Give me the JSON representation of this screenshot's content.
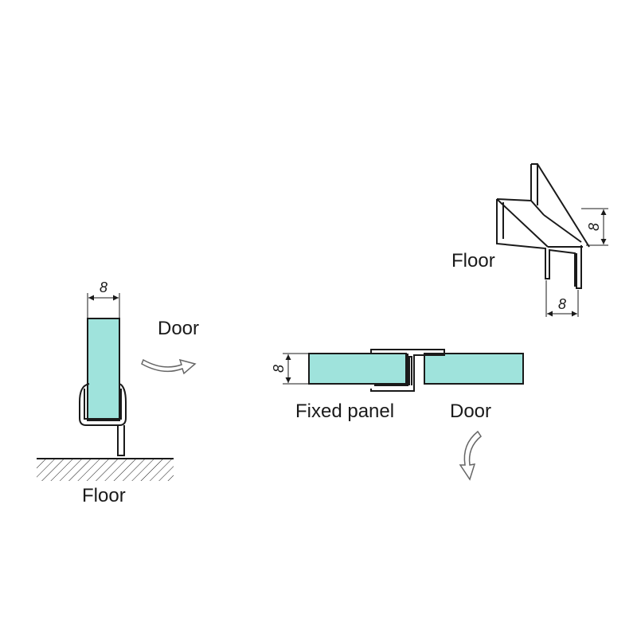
{
  "colors": {
    "glass": "#9fe3dc",
    "line": "#1a1a1a",
    "arrow_fill": "#ffffff",
    "arrow_stroke": "#666666"
  },
  "left_view": {
    "dimension": "8",
    "door_label": "Door",
    "floor_label": "Floor"
  },
  "middle_view": {
    "dimension": "8",
    "fixed_panel_label": "Fixed panel",
    "door_label": "Door"
  },
  "profile_view": {
    "floor_label": "Floor",
    "width_dimension": "8",
    "height_dimension": "8"
  }
}
